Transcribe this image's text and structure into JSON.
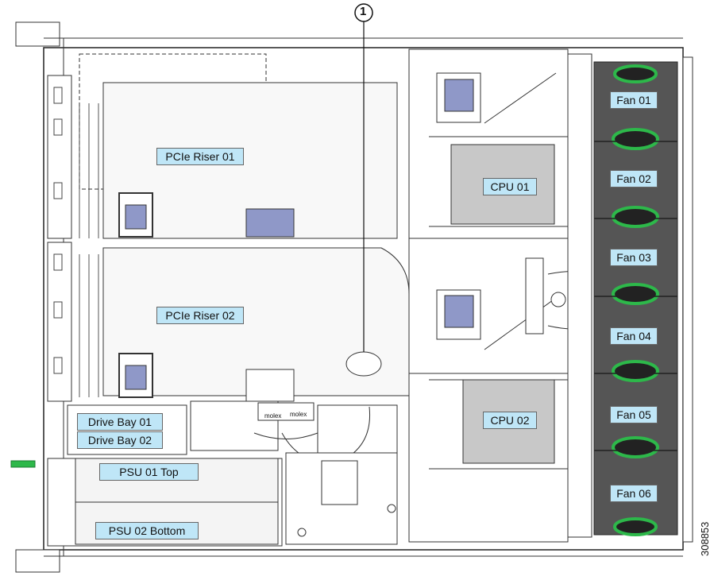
{
  "labels": {
    "pcie_riser_01": "PCIe Riser 01",
    "pcie_riser_02": "PCIe Riser 02",
    "cpu_01": "CPU 01",
    "cpu_02": "CPU 02",
    "drive_bay_01": "Drive Bay 01",
    "drive_bay_02": "Drive Bay 02",
    "psu_01": "PSU 01 Top",
    "psu_02": "PSU 02 Bottom",
    "fans": [
      "Fan 01",
      "Fan 02",
      "Fan 03",
      "Fan 04",
      "Fan 05",
      "Fan 06"
    ],
    "connector_1": "molex",
    "connector_2": "molex"
  },
  "callout": "1",
  "figure_id": "308853",
  "colors": {
    "label_bg": "#bfe6f7",
    "fan_housing": "#555555",
    "fan_ring": "#2db84a",
    "cpu_fill": "#c8c8c8",
    "latch": "#8f98c8"
  }
}
